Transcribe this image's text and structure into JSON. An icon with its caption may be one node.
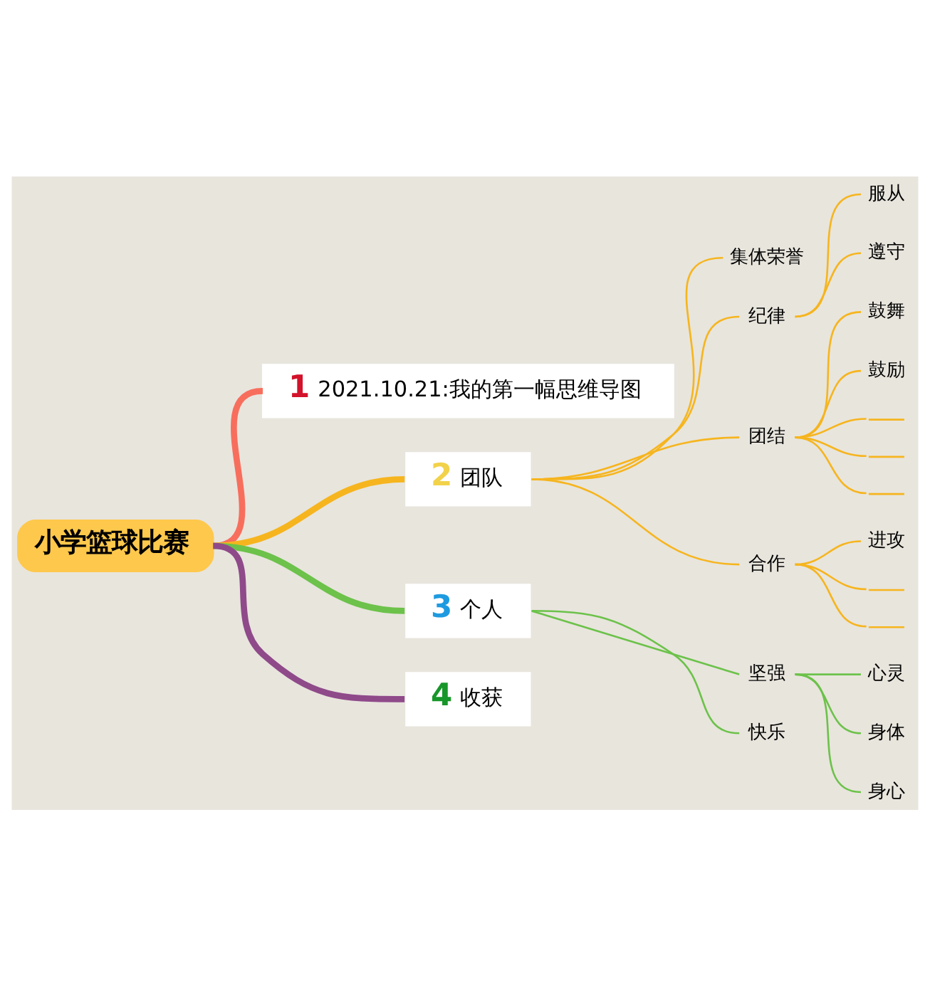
{
  "diagram": {
    "nodes": [
      {
        "text": [
          "小学篮球比赛"
        ]
      },
      {
        "text": [
          "1",
          "2021.10.21:我的第一幅思维导图"
        ]
      },
      {
        "text": [
          "2",
          "团队"
        ]
      },
      {
        "text": [
          "集体荣誉"
        ]
      },
      {
        "text": [
          "纪律"
        ]
      },
      {
        "text": [
          "服从"
        ]
      },
      {
        "text": [
          "遵守"
        ]
      },
      {
        "text": [
          "团结"
        ]
      },
      {
        "text": [
          "鼓舞"
        ]
      },
      {
        "text": [
          "鼓励"
        ]
      },
      {
        "text": [],
        "shape": "line"
      },
      {
        "text": [],
        "shape": "line"
      },
      {
        "text": [],
        "shape": "line"
      },
      {
        "text": [
          "合作"
        ]
      },
      {
        "text": [
          "进攻"
        ]
      },
      {
        "text": [],
        "shape": "line"
      },
      {
        "text": [],
        "shape": "line"
      },
      {
        "text": [
          "3",
          "个人"
        ]
      },
      {
        "text": [
          "坚强"
        ]
      },
      {
        "text": [
          "心灵"
        ]
      },
      {
        "text": [
          "身体"
        ]
      },
      {
        "text": [
          "身心"
        ]
      },
      {
        "text": [
          "快乐"
        ]
      },
      {
        "text": [
          "4",
          "收获"
        ]
      }
    ],
    "edges": [
      {
        "from": 0,
        "to": 1,
        "arrow": "none",
        "style": "thick",
        "color": "#f86e5d"
      },
      {
        "from": 0,
        "to": 2,
        "arrow": "none",
        "style": "thick",
        "color": "#f6b51e"
      },
      {
        "from": 0,
        "to": 17,
        "arrow": "none",
        "style": "thick",
        "color": "#6cc24a"
      },
      {
        "from": 0,
        "to": 23,
        "arrow": "none",
        "style": "thick",
        "color": "#8f4a8a"
      },
      {
        "from": 2,
        "to": 3,
        "arrow": "none",
        "color": "#f6b51e"
      },
      {
        "from": 2,
        "to": 4,
        "arrow": "none",
        "color": "#f6b51e"
      },
      {
        "from": 2,
        "to": 7,
        "arrow": "none",
        "color": "#f6b51e"
      },
      {
        "from": 2,
        "to": 13,
        "arrow": "none",
        "color": "#f6b51e"
      },
      {
        "from": 4,
        "to": 5,
        "arrow": "none",
        "color": "#f6b51e"
      },
      {
        "from": 4,
        "to": 6,
        "arrow": "none",
        "color": "#f6b51e"
      },
      {
        "from": 7,
        "to": 8,
        "arrow": "none",
        "color": "#f6b51e"
      },
      {
        "from": 7,
        "to": 9,
        "arrow": "none",
        "color": "#f6b51e"
      },
      {
        "from": 7,
        "to": 10,
        "arrow": "none",
        "color": "#f6b51e"
      },
      {
        "from": 7,
        "to": 11,
        "arrow": "none",
        "color": "#f6b51e"
      },
      {
        "from": 7,
        "to": 12,
        "arrow": "none",
        "color": "#f6b51e"
      },
      {
        "from": 13,
        "to": 14,
        "arrow": "none",
        "color": "#f6b51e"
      },
      {
        "from": 13,
        "to": 15,
        "arrow": "none",
        "color": "#f6b51e"
      },
      {
        "from": 13,
        "to": 16,
        "arrow": "none",
        "color": "#f6b51e"
      },
      {
        "from": 17,
        "to": 18,
        "arrow": "none",
        "color": "#6cc24a"
      },
      {
        "from": 17,
        "to": 22,
        "arrow": "none",
        "color": "#6cc24a"
      },
      {
        "from": 18,
        "to": 19,
        "arrow": "none",
        "color": "#6cc24a"
      },
      {
        "from": 18,
        "to": 20,
        "arrow": "none",
        "color": "#6cc24a"
      },
      {
        "from": 18,
        "to": 21,
        "arrow": "none",
        "color": "#6cc24a"
      }
    ]
  }
}
